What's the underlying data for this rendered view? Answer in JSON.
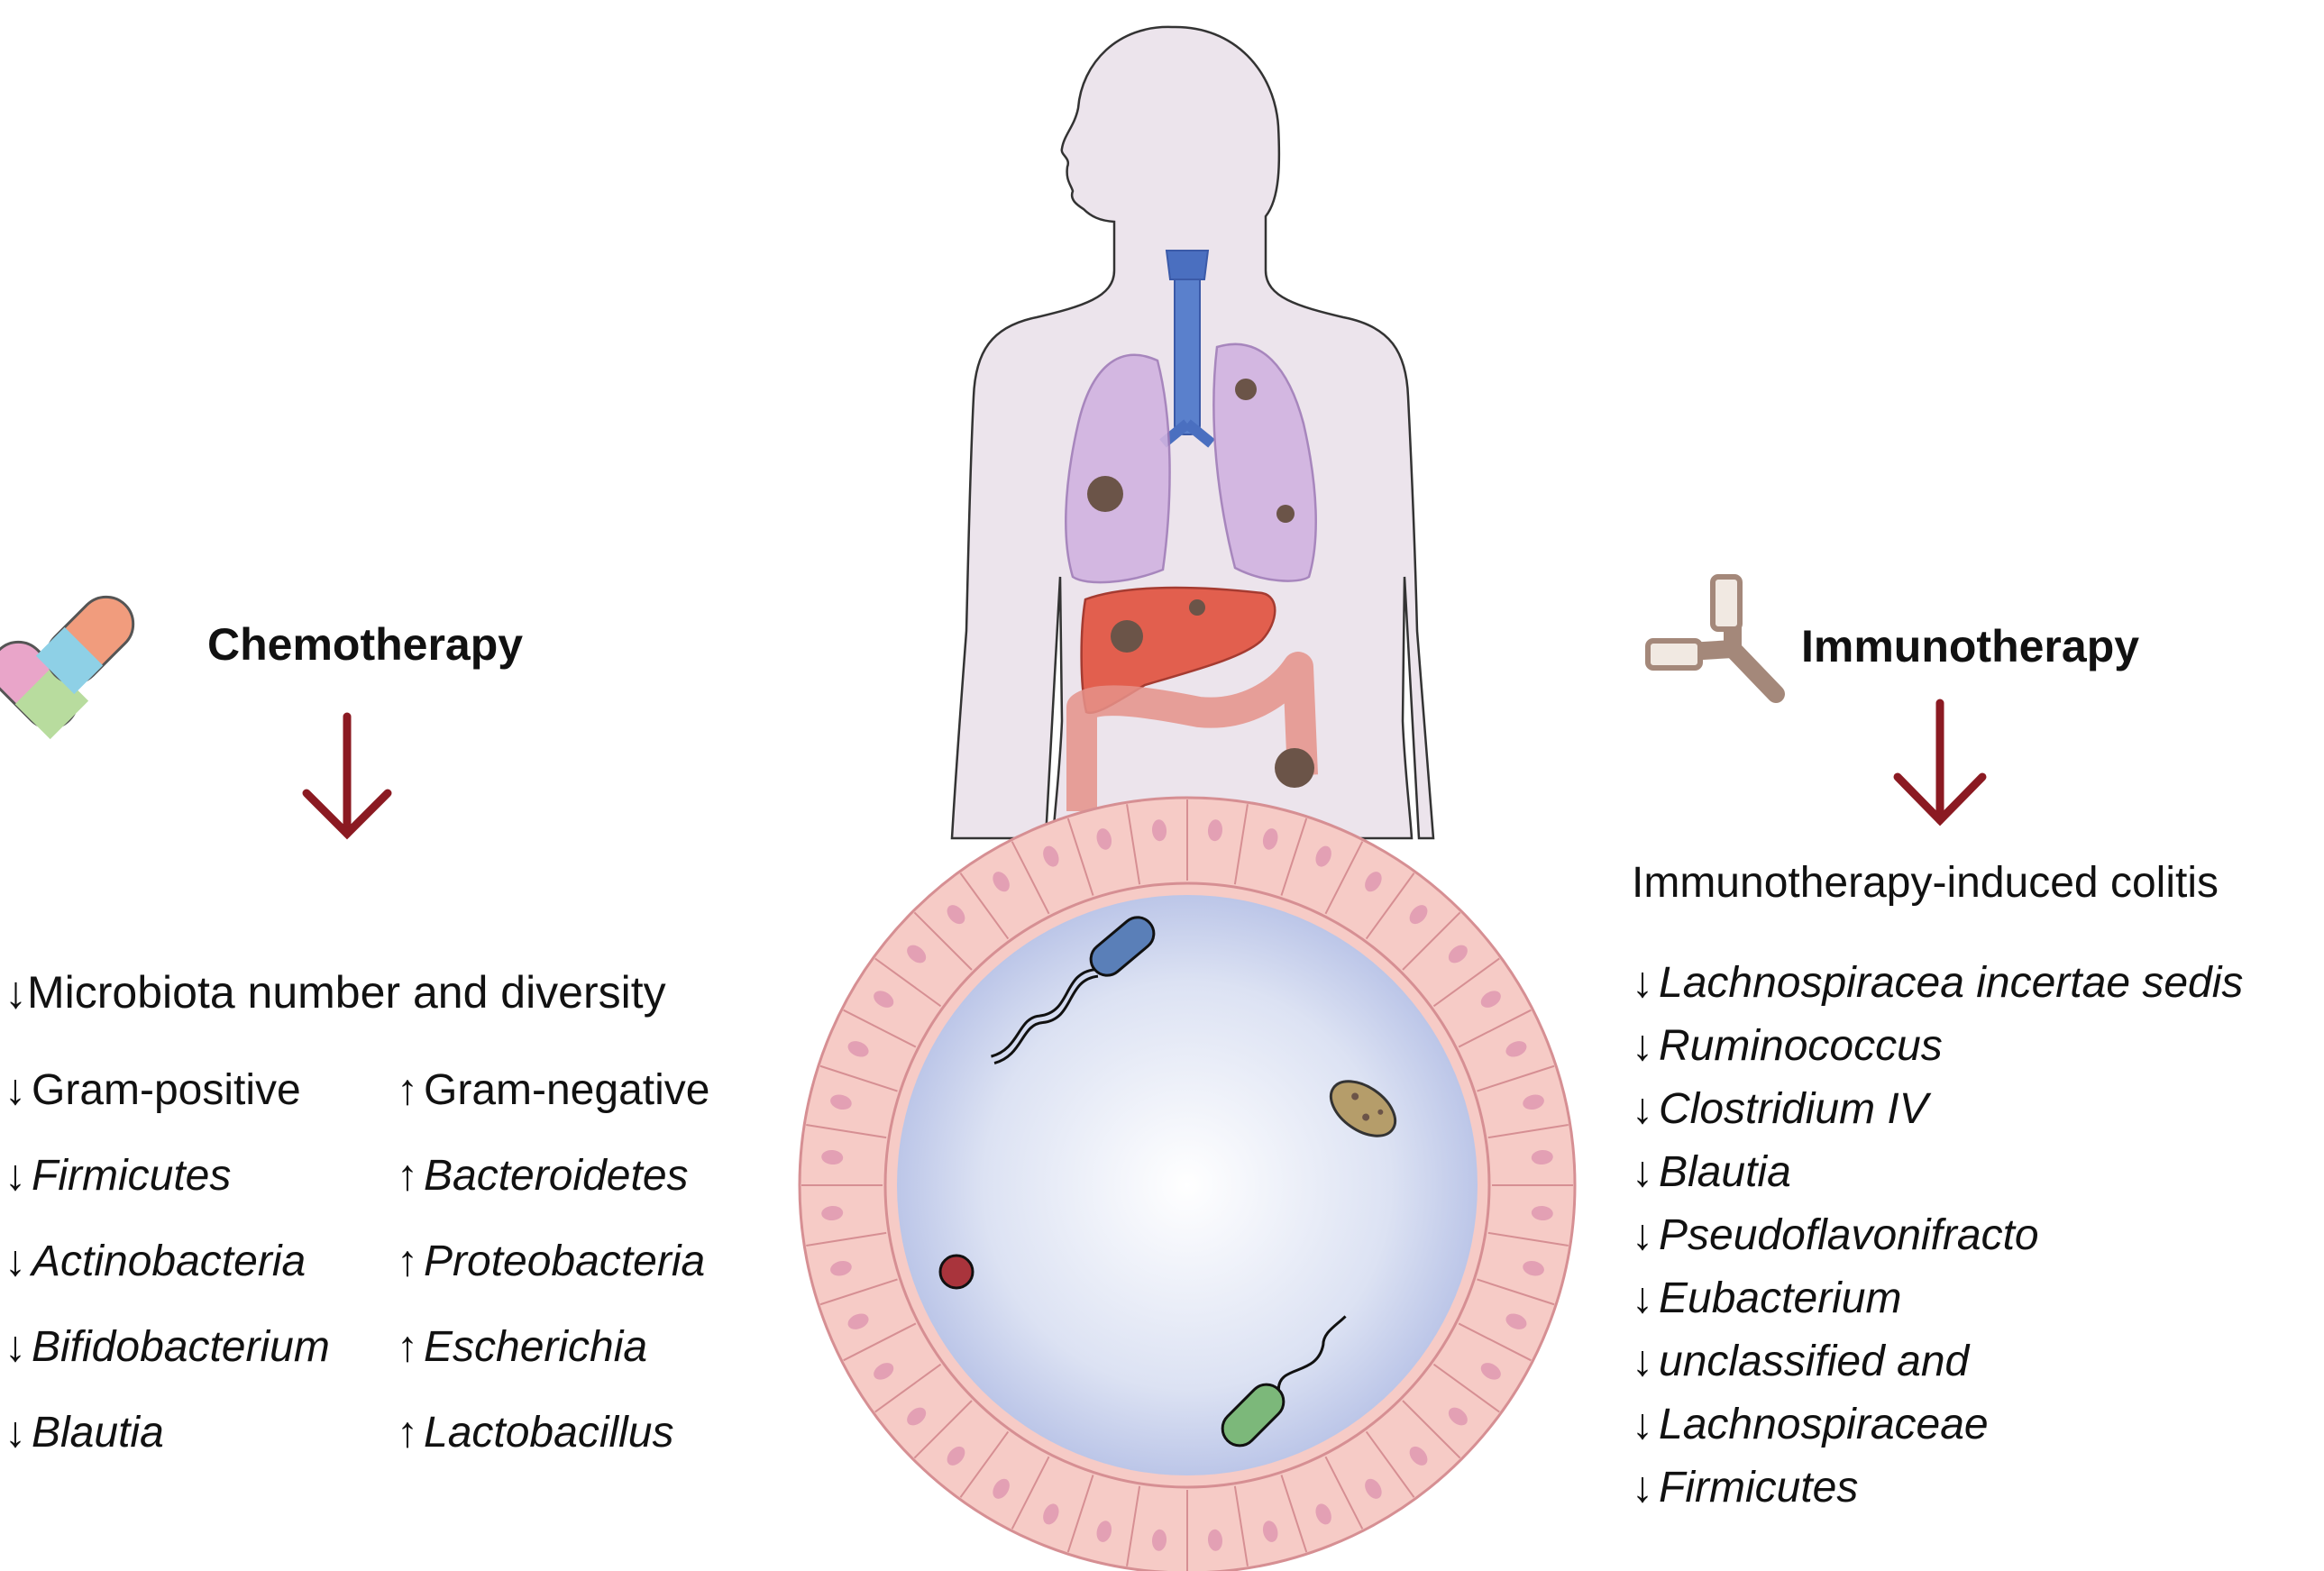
{
  "chemotherapy": {
    "title": "Chemotherapy",
    "summary": {
      "arrow": "↓",
      "label": "Microbiota number and diversity"
    },
    "decreased": [
      {
        "arrow": "↓",
        "label": "Gram-positive",
        "italic": false
      },
      {
        "arrow": "↓",
        "label": "Firmicutes",
        "italic": true
      },
      {
        "arrow": "↓",
        "label": "Actinobacteria",
        "italic": true
      },
      {
        "arrow": "↓",
        "label": "Bifidobacterium",
        "italic": true
      },
      {
        "arrow": "↓",
        "label": "Blautia",
        "italic": true
      }
    ],
    "increased": [
      {
        "arrow": "↑",
        "label": "Gram-negative",
        "italic": false
      },
      {
        "arrow": "↑",
        "label": "Bacteroidetes",
        "italic": true
      },
      {
        "arrow": "↑",
        "label": "Proteobacteria",
        "italic": true
      },
      {
        "arrow": "↑",
        "label": "Escherichia",
        "italic": true
      },
      {
        "arrow": "↑",
        "label": "Lactobacillus",
        "italic": true
      }
    ]
  },
  "immunotherapy": {
    "title": "Immunotherapy",
    "effect": "Immunotherapy-induced colitis",
    "decreased": [
      {
        "arrow": "↓",
        "label": "Lachnospiracea incertae sedis"
      },
      {
        "arrow": "↓",
        "label": "Ruminococcus"
      },
      {
        "arrow": "↓",
        "label": "Clostridium IV"
      },
      {
        "arrow": "↓",
        "label": "Blautia"
      },
      {
        "arrow": "↓",
        "label": "Pseudoflavonifracto"
      },
      {
        "arrow": "↓",
        "label": "Eubacterium"
      },
      {
        "arrow": "↓",
        "label": "unclassified and"
      },
      {
        "arrow": "↓",
        "label": "Lachnospiraceae"
      },
      {
        "arrow": "↓",
        "label": "Firmicutes"
      }
    ]
  },
  "colors": {
    "arrow": "#8b1a22",
    "body_fill": "#ece4ec",
    "body_stroke": "#333333",
    "trachea": "#4a6fc0",
    "lung": "#c9a8d8",
    "liver": "#e06452",
    "intestine": "#f0a89e",
    "epithelium": "#f6c8c4",
    "lumen": "#dde3f4",
    "tumor": "#6b5448",
    "antibody": "#a4887a"
  },
  "icons": [
    "capsule-icon",
    "antibody-icon",
    "human-body-icon",
    "gut-lumen-icon",
    "bacterium-icon"
  ]
}
